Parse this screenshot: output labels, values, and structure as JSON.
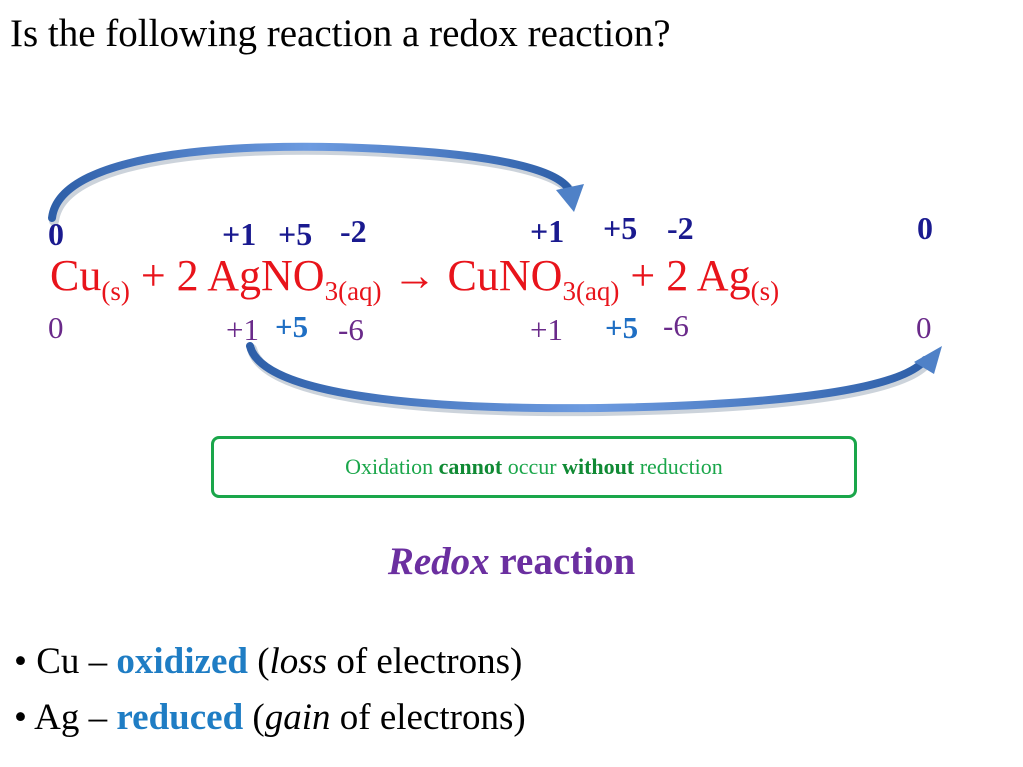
{
  "title": "Is the following reaction a redox reaction?",
  "oxidation_states_top": {
    "cu": "0",
    "ag_in_agno3": "+1",
    "n_in_agno3": "+5",
    "o_in_agno3": "-2",
    "cu_in_cuno3": "+1",
    "n_in_cuno3": "+5",
    "o_in_cuno3": "-2",
    "ag": "0"
  },
  "equation": {
    "cu": "Cu",
    "cu_state": "(s)",
    "plus1": " + 2 AgNO",
    "agno3_sub": "3(aq)",
    "arrow": " → CuNO",
    "cuno3_sub": "3(aq)",
    "plus2": " + 2 Ag",
    "ag_state": "(s)"
  },
  "oxidation_totals_bottom": {
    "cu": "0",
    "ag_in_agno3": "+1",
    "n_in_agno3": "+5",
    "o_in_agno3": "-6",
    "cu_in_cuno3": "+1",
    "n_in_cuno3": "+5",
    "o_in_cuno3": "-6",
    "ag": "0"
  },
  "note": {
    "part1": "Oxidation ",
    "part2": "cannot",
    "part3": " occur ",
    "part4": "without",
    "part5": " reduction"
  },
  "result": {
    "italic": "Redox",
    "rest": " reaction"
  },
  "bullets": [
    {
      "prefix": "• Cu – ",
      "keyword": "oxidized",
      "open": " (",
      "italic": "loss",
      "rest": " of electrons)"
    },
    {
      "prefix": "• Ag – ",
      "keyword": "reduced",
      "open": " (",
      "italic": "gain",
      "rest": " of electrons)"
    }
  ],
  "colors": {
    "equation": "#e8141b",
    "oxidation_top": "#1a1a8f",
    "note_border": "#1aa64a",
    "result": "#6b2fa0",
    "keyword": "#1f7dc4",
    "arrow": "#4f81c7"
  }
}
